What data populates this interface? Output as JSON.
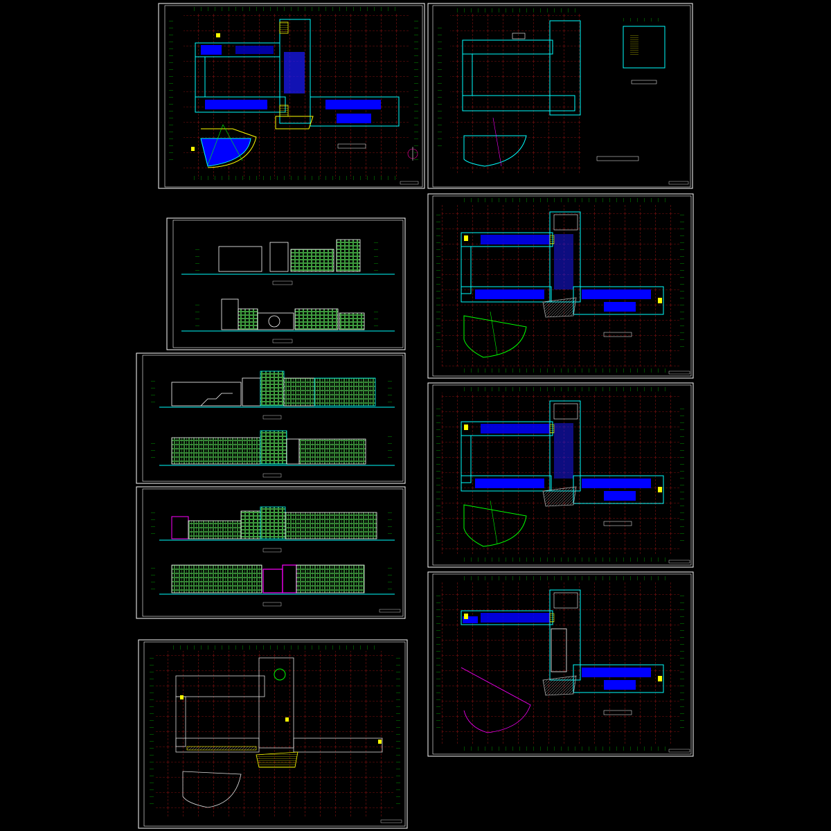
{
  "app": {
    "title": ""
  },
  "colors": {
    "background": "#000000",
    "frame": "#ffffff",
    "grid_axis": "#ff2020",
    "dimension": "#00ff00",
    "wall": "#00ffff",
    "room_fill": "#0000ff",
    "stair": "#ffff00",
    "elevation_window": "#66ff66",
    "accent": "#ff00ff",
    "structure": "#888888"
  },
  "sheets": [
    {
      "id": "plan-1",
      "kind": "floor-plan",
      "variant": "full"
    },
    {
      "id": "plan-roof",
      "kind": "floor-plan",
      "variant": "outline"
    },
    {
      "id": "elev-small",
      "kind": "elevation",
      "variant": "pair-small"
    },
    {
      "id": "elev-a",
      "kind": "elevation",
      "variant": "pair-long"
    },
    {
      "id": "elev-b",
      "kind": "elevation",
      "variant": "pair-long-magenta"
    },
    {
      "id": "site-plan",
      "kind": "site-plan",
      "variant": "roof"
    },
    {
      "id": "plan-2",
      "kind": "floor-plan",
      "variant": "full"
    },
    {
      "id": "plan-3",
      "kind": "floor-plan",
      "variant": "full"
    },
    {
      "id": "plan-4",
      "kind": "floor-plan",
      "variant": "partial"
    }
  ]
}
